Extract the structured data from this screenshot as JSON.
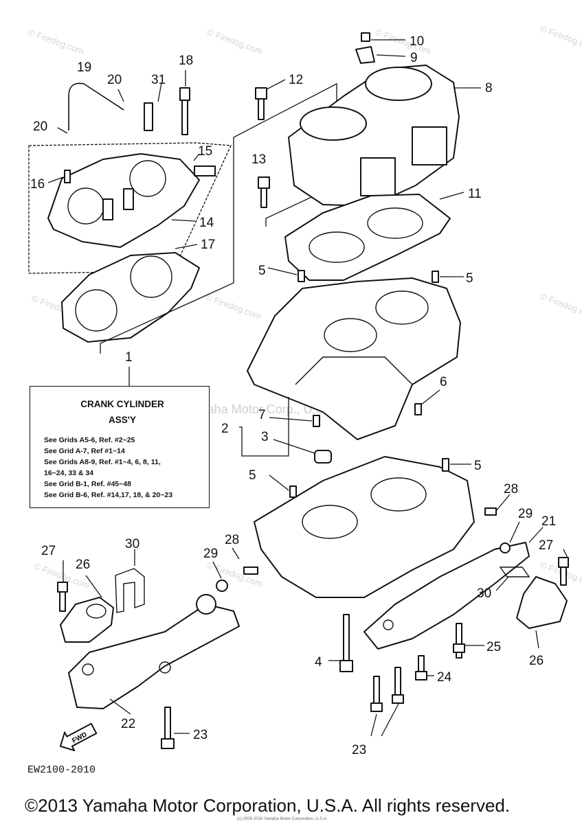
{
  "watermarks": {
    "site": "© Firedog.com",
    "diagram_watermark": "Yamaha Motor Corp., U.S.A."
  },
  "callouts": [
    "10",
    "9",
    "8",
    "12",
    "11",
    "13",
    "5",
    "5",
    "6",
    "7",
    "2",
    "3",
    "5",
    "5",
    "28",
    "29",
    "21",
    "27",
    "26",
    "30",
    "27",
    "28",
    "29",
    "1",
    "31",
    "18",
    "19",
    "20",
    "20",
    "16",
    "15",
    "14",
    "17",
    "4",
    "22",
    "23",
    "25",
    "24",
    "23",
    "30",
    "26"
  ],
  "legend": {
    "title": "CRANK CYLINDER",
    "subtitle": "ASS'Y",
    "lines": [
      "See Grids A5-6, Ref. #2~25",
      "See Grid A-7, Ref #1~14",
      "See Grids A8-9, Ref. #1~4, 6, 8, 11,",
      "16~24, 33 & 34",
      "See Grid B-1, Ref. #45~48",
      "See Grid B-6, Ref. #14,17, 18, & 20~23"
    ]
  },
  "fwd_label": "FWD",
  "drawing_code": "EW2100-2010",
  "copyright": "©2013 Yamaha Motor Corporation, U.S.A. All rights reserved.",
  "small_copyright": "(c) 2005-2016 Yamaha Motor Corporation, U.S.A."
}
